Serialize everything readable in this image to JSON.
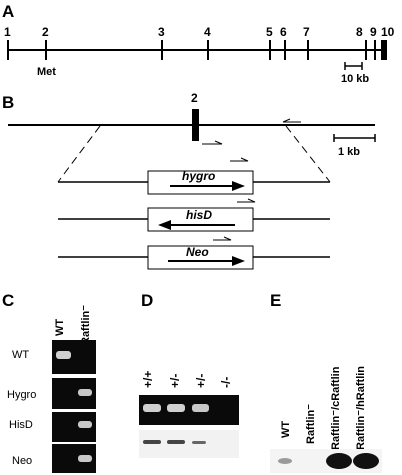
{
  "panels": {
    "A": {
      "letter": "A",
      "exon_labels": [
        "1",
        "2",
        "3",
        "4",
        "5",
        "6",
        "7",
        "8",
        "9",
        "10"
      ],
      "start_codon_label": "Met",
      "scale_label": "10 kb"
    },
    "B": {
      "letter": "B",
      "exon_label": "2",
      "scale_label": "1 kb",
      "cassettes": [
        "hygro",
        "hisD",
        "Neo"
      ]
    },
    "C": {
      "letter": "C",
      "lane_labels": [
        "WT",
        "Raftlin⁻"
      ],
      "row_labels": [
        "WT",
        "Hygro",
        "HisD",
        "Neo"
      ]
    },
    "D": {
      "letter": "D",
      "lane_labels": [
        "+/+",
        "+/-",
        "+/-",
        "-/-"
      ]
    },
    "E": {
      "letter": "E",
      "lane_labels": [
        "WT",
        "Raftlin⁻",
        "Raftlin⁻/cRaftlin",
        "Raftlin⁻/hRaftlin"
      ]
    }
  }
}
